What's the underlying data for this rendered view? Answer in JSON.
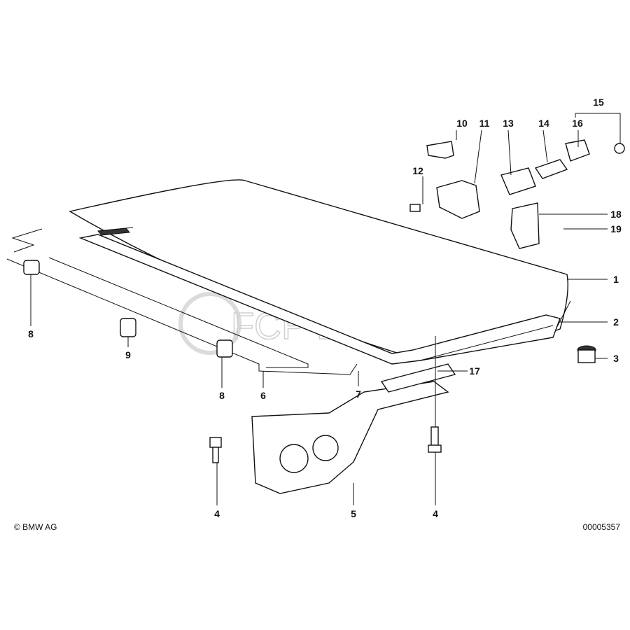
{
  "diagram": {
    "callouts": [
      "1",
      "2",
      "3",
      "4",
      "5",
      "6",
      "7",
      "8",
      "9",
      "10",
      "11",
      "12",
      "13",
      "14",
      "15",
      "16",
      "17",
      "18",
      "19"
    ],
    "copyright": "© BMW AG",
    "diagram_number": "00005357",
    "watermark": "FCP EURO"
  }
}
